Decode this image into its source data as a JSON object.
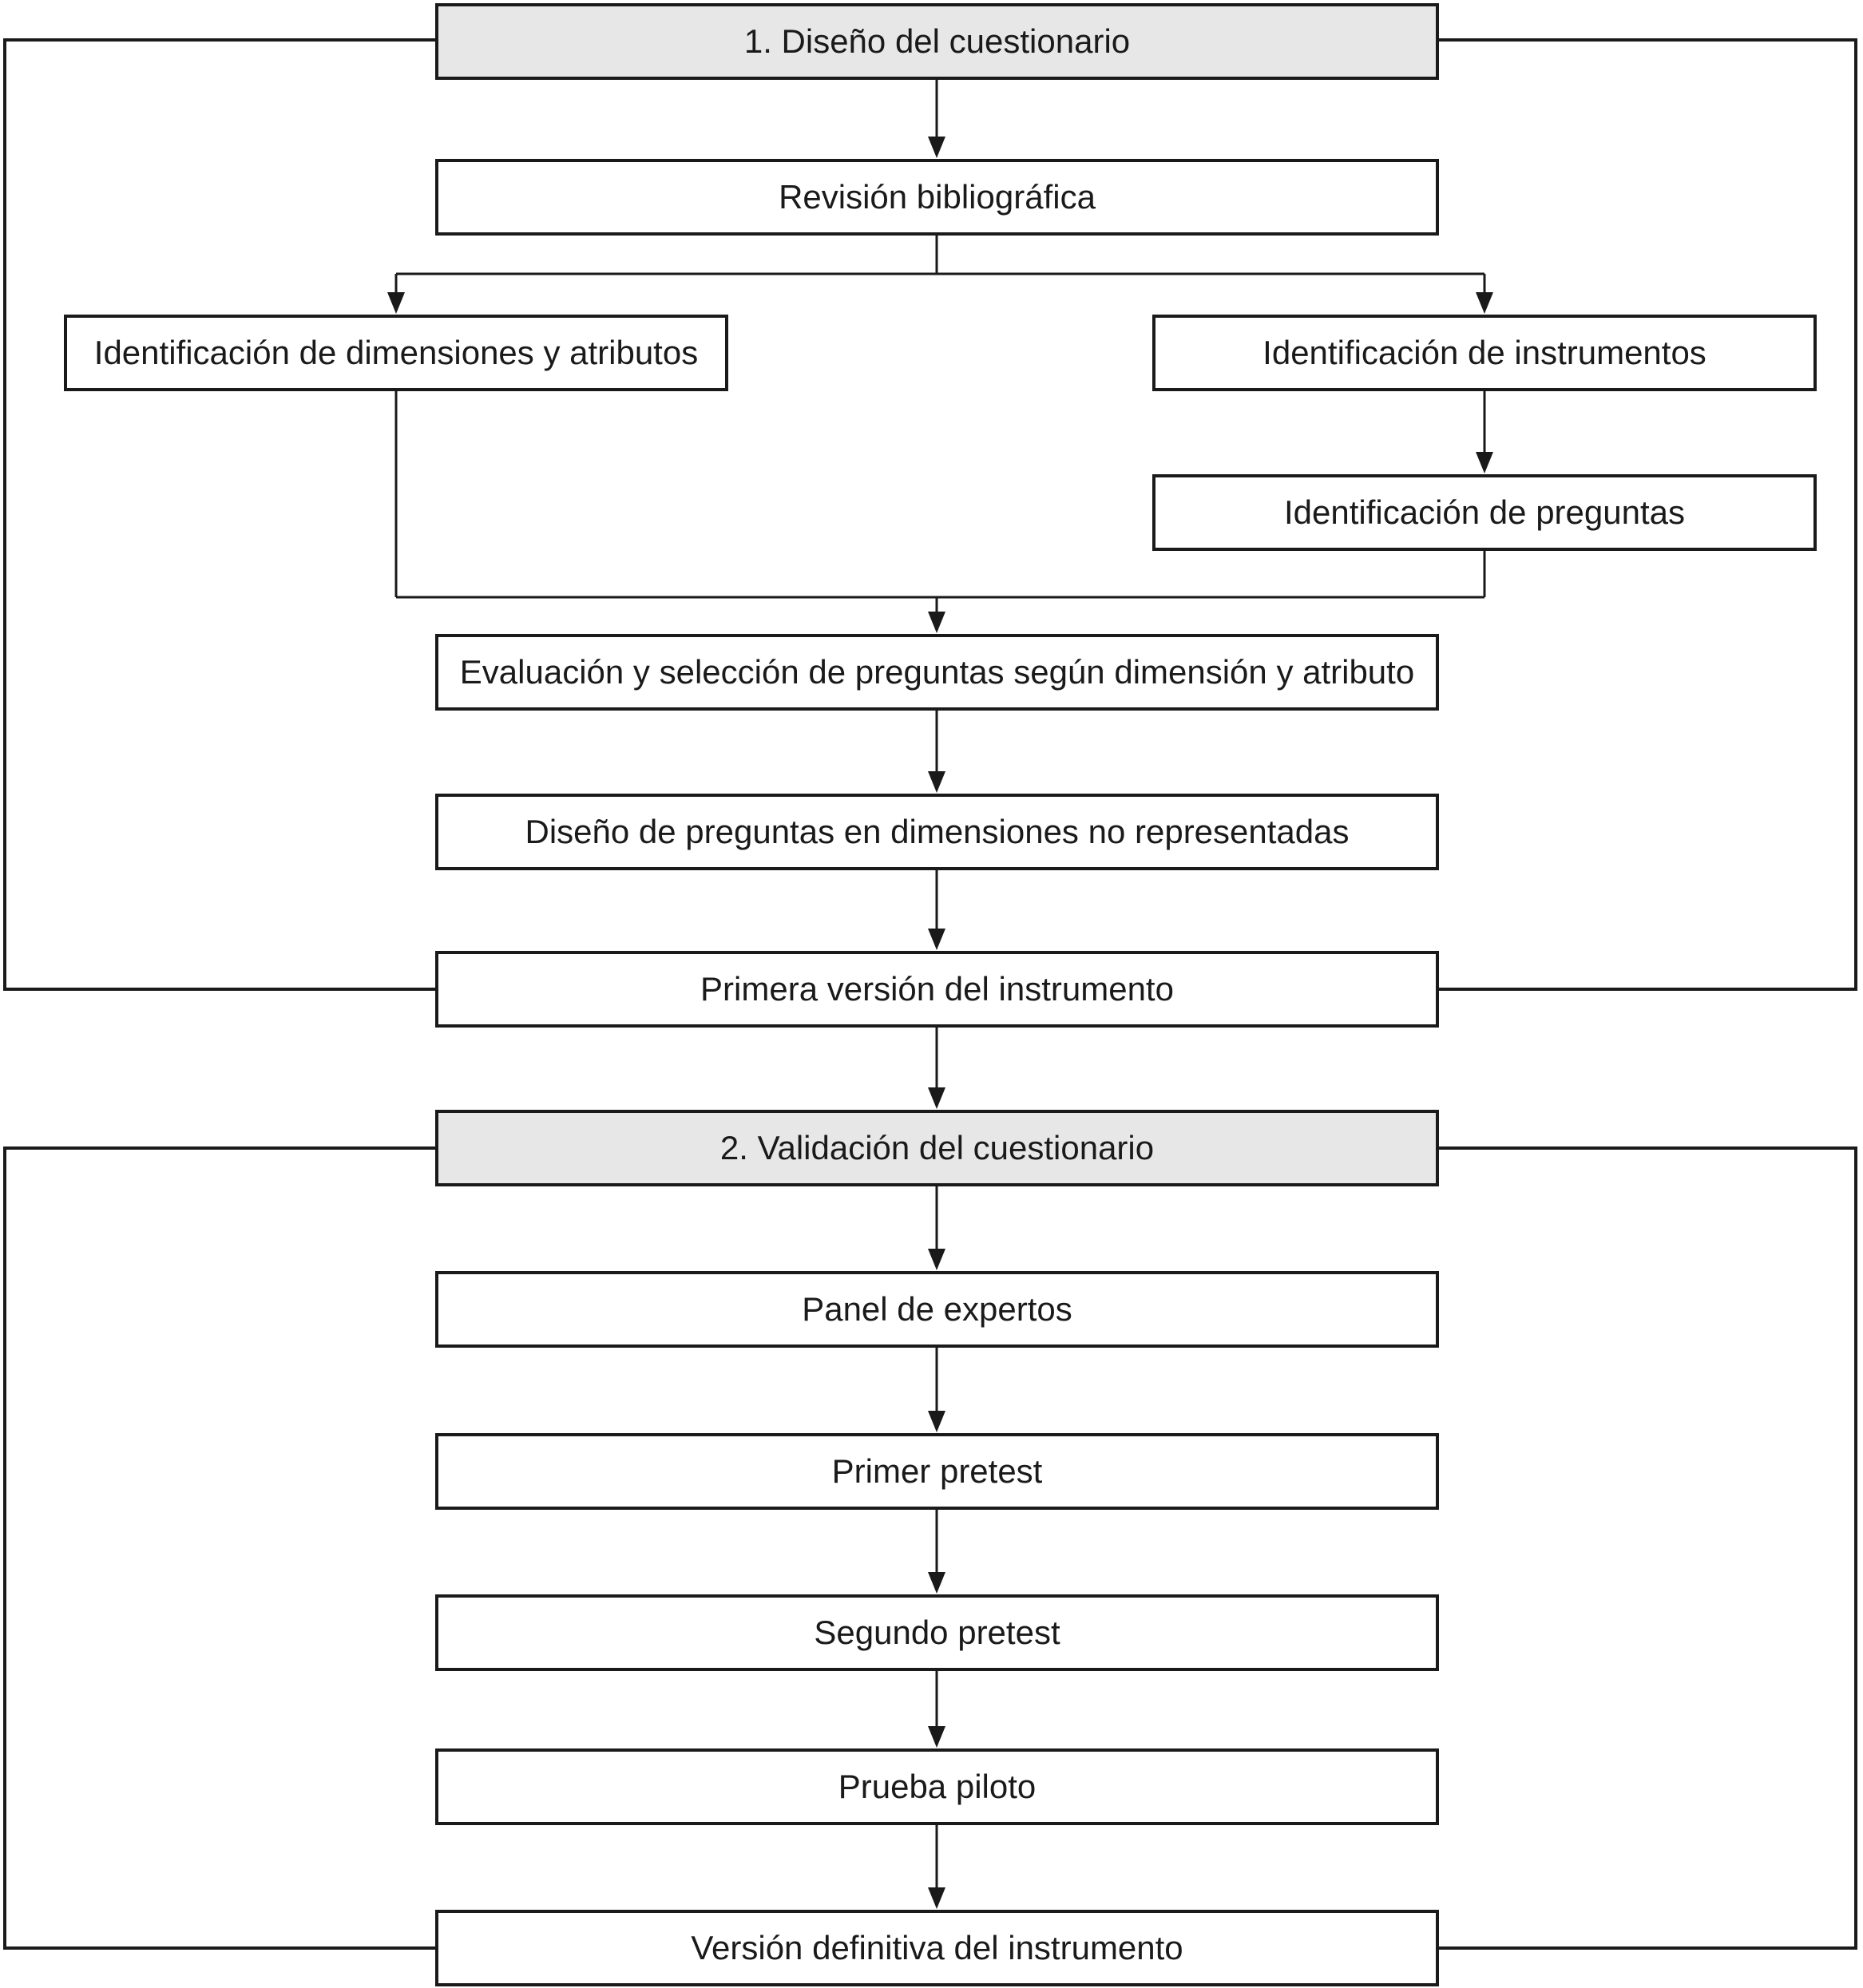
{
  "diagram": {
    "section1": {
      "header": "1. Diseño del cuestionario",
      "nodes": {
        "revision_bibliografica": "Revisión bibliográfica",
        "identificacion_dimensiones": "Identificación de dimensiones y atributos",
        "identificacion_instrumentos": "Identificación de instrumentos",
        "identificacion_preguntas": "Identificación de preguntas",
        "evaluacion_seleccion": "Evaluación y selección de preguntas según dimensión y atributo",
        "diseno_preguntas": "Diseño de preguntas en dimensiones no representadas",
        "primera_version": "Primera versión del instrumento"
      }
    },
    "section2": {
      "header": "2. Validación del cuestionario",
      "nodes": {
        "panel_expertos": "Panel de expertos",
        "primer_pretest": "Primer pretest",
        "segundo_pretest": "Segundo pretest",
        "prueba_piloto": "Prueba piloto",
        "version_definitiva": "Versión definitiva del instrumento"
      }
    },
    "colors": {
      "header_fill": "#e7e7e7",
      "process_fill": "#ffffff",
      "line": "#1a1a1a",
      "text": "#1a1a1a"
    }
  }
}
